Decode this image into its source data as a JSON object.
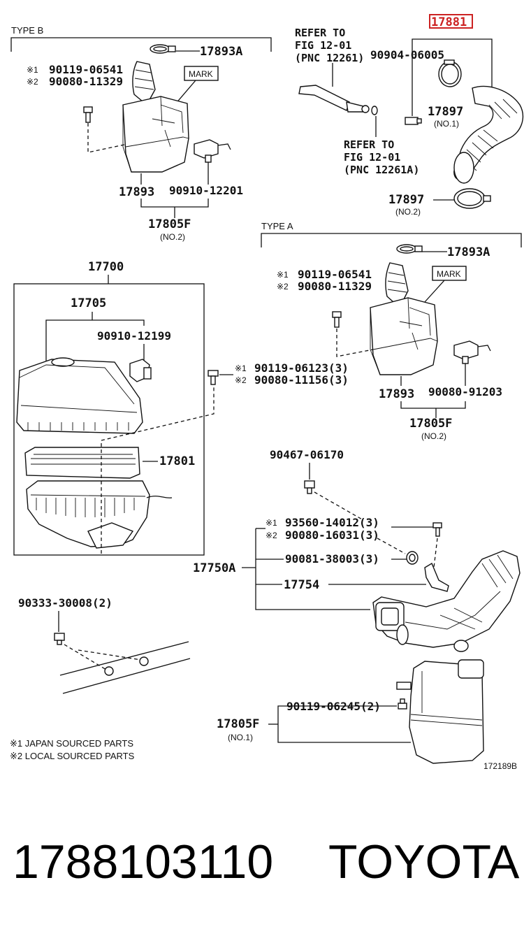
{
  "type_b": {
    "title": "TYPE B",
    "clamp": "17893A",
    "bolt_jp": "90119-06541",
    "bolt_local": "90080-11329",
    "mark": "MARK",
    "resonator": "17893",
    "vsv": "90910-12201",
    "assy": "17805F",
    "assy_sub": "(NO.2)"
  },
  "type_a": {
    "title": "TYPE A",
    "clamp": "17893A",
    "bolt_jp": "90119-06541",
    "bolt_local": "90080-11329",
    "mark": "MARK",
    "resonator": "17893",
    "vsv": "90080-91203",
    "assy": "17805F",
    "assy_sub": "(NO.2)"
  },
  "hose_group": {
    "highlight_part": "17881",
    "refer1_line1": "REFER TO",
    "refer1_line2": "FIG 12-01",
    "refer1_line3": "(PNC 12261)",
    "hose_clip": "90904-06005",
    "clamp1": "17897",
    "clamp1_sub": "(NO.1)",
    "refer2_line1": "REFER TO",
    "refer2_line2": "FIG 12-01",
    "refer2_line3": "(PNC 12261A)",
    "clamp2": "17897",
    "clamp2_sub": "(NO.2)"
  },
  "cleaner": {
    "assy": "17700",
    "cap": "17705",
    "sensor": "90910-12199",
    "element": "17801",
    "bolt_jp": "90119-06123(3)",
    "bolt_local": "90080-11156(3)"
  },
  "intake": {
    "bolt_top": "90467-06170",
    "bolt_jp": "93560-14012(3)",
    "bolt_local": "90080-16031(3)",
    "grommet": "90081-38003(3)",
    "bracket": "17754",
    "duct": "17750A",
    "clip": "90333-30008(2)",
    "lower_bolt": "90119-06245(2)",
    "lower_assy": "17805F",
    "lower_assy_sub": "(NO.1)"
  },
  "notes": {
    "marker1": "※1",
    "marker2": "※2",
    "note1": "※1 JAPAN SOURCED PARTS",
    "note2": "※2 LOCAL SOURCED PARTS",
    "figure_id": "172189B"
  },
  "footer": {
    "part_number": "1788103110",
    "brand": "TOYOTA"
  },
  "colors": {
    "highlight_box": "#cc2222",
    "line": "#111111"
  }
}
